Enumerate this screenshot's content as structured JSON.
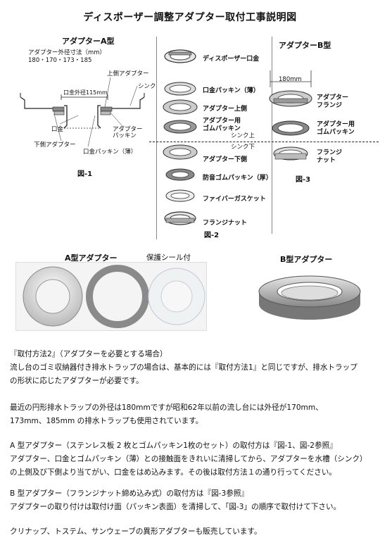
{
  "title": "ディスポーザー調整アダプター取付工事説明図",
  "figA": {
    "heading": "アダプターA型",
    "outer_dim_label": "アダプター外径寸法（mm）",
    "outer_dims": "180・170・173・185",
    "inner_dia": "口金外径115mm",
    "upper_adapter": "上側アダプター",
    "sink": "シンク",
    "mouthpiece": "口金",
    "adapter_packing": "アダプター\nパッキン",
    "lower_adapter": "下側アダプター",
    "mouth_packing": "口金パッキン（薄）",
    "caption": "図-1"
  },
  "figStack": {
    "items": [
      "ディスポーザー口金",
      "口金パッキン（薄）",
      "アダプター上側",
      "アダプター用\nゴムパッキン",
      "シンク上",
      "シンク下",
      "アダプター下側",
      "防音ゴムパッキン（厚）",
      "ファイバーガスケット",
      "フランジナット"
    ],
    "caption": "図-2"
  },
  "figB": {
    "heading": "アダプターB型",
    "dim": "180mm",
    "flange": "アダプター\nフランジ",
    "rubber": "アダプター用\nゴムパッキン",
    "nut": "フランジ\nナット",
    "caption": "図-3"
  },
  "photos": {
    "a_title": "A型アダプター",
    "seal_label": "保護シール付",
    "b_title": "B型アダプター"
  },
  "text": {
    "p1": [
      "『取付方法2』（アダプターを必要とする場合）",
      "流し台のゴミ収納器付き排水トラップの場合は、基本的には『取付方法1』と同じですが、排水トラップ",
      "の形状に応じたアダプターが必要です。"
    ],
    "p2": [
      "最近の円形排水トラップの外径は180mmですが昭和62年以前の流し台には外径が170mm、",
      "173mm、185mm の排水トラップも使用されています。"
    ],
    "p3": [
      "A 型アダプター（ステンレス板 2 枚とゴムパッキン1枚のセット）の取付方は『図-1、図-2参照』",
      "アダプター、口金とゴムパッキン（薄）との接触面をきれいに清掃してから、アダプターを水槽（シンク）",
      "の上側及び下側より当てがい、口金をはめ込みます。その後は取付方法１の通り行ってください。"
    ],
    "p4": [
      "B 型アダプター（フランジナット締め込み式）の取付方は『図-3参照』",
      "アダプターの取り付けは取付け面（パッキン表面）を清掃して、「図-3」の順序で取付けて下さい。"
    ],
    "p5": [
      "クリナップ、トステム、サンウェーブの異形アダプターも販売しています。"
    ]
  }
}
